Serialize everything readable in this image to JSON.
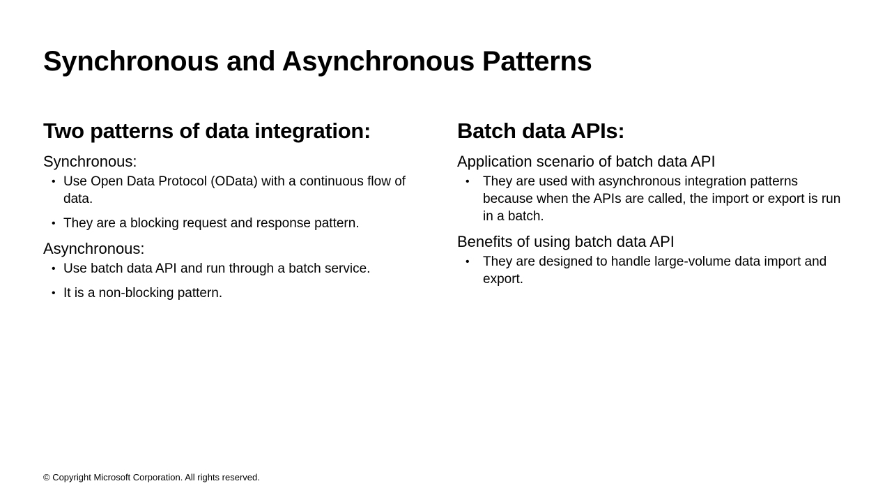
{
  "slide": {
    "title": "Synchronous and Asynchronous Patterns"
  },
  "left_column": {
    "heading": "Two patterns of data integration:",
    "groups": [
      {
        "label": "Synchronous:",
        "bullets": [
          "Use Open Data Protocol (OData) with a continuous flow of data.",
          "They are a blocking request and response pattern."
        ]
      },
      {
        "label": "Asynchronous:",
        "bullets": [
          "Use batch data API and run through a batch service.",
          "It is a non-blocking pattern."
        ]
      }
    ]
  },
  "right_column": {
    "heading": "Batch data APIs:",
    "groups": [
      {
        "label": "Application scenario of batch data API",
        "bullets": [
          "They are used with asynchronous integration patterns because when the APIs are called, the import or export is run in a batch."
        ]
      },
      {
        "label": "Benefits of using batch data API",
        "bullets": [
          "They are designed to handle large-volume data import and export."
        ]
      }
    ]
  },
  "bullet_glyph": "•",
  "footer": {
    "copyright": "© Copyright Microsoft Corporation. All rights reserved."
  }
}
